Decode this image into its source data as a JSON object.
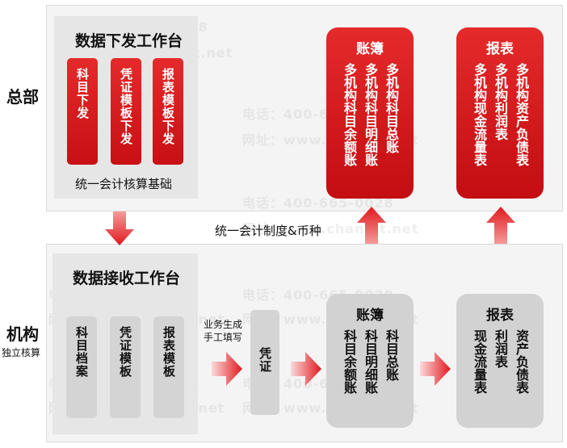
{
  "hq": {
    "label": "总部",
    "distribute_title": "数据下发工作台",
    "distribute_items": [
      "科目下发",
      "凭证模板下发",
      "报表模板下发"
    ],
    "basis_caption": "统一会计核算基础",
    "ledger_title": "账簿",
    "ledger_items": [
      "多机构科目总账",
      "多机构科目明细账",
      "多机构科目余额账"
    ],
    "report_title": "报表",
    "report_items": [
      "多机构资产负债表",
      "多机构利润表",
      "多机构现金流量表"
    ]
  },
  "middle_caption": "统一会计制度&币种",
  "branch": {
    "label": "机构",
    "sublabel": "独立核算",
    "receive_title": "数据接收工作台",
    "receive_items": [
      "科目档案",
      "凭证模板",
      "报表模板"
    ],
    "note_line1": "业务生成",
    "note_line2": "手工填写",
    "voucher": "凭证",
    "ledger_title": "账簿",
    "ledger_items": [
      "科目总账",
      "科目明细账",
      "科目余额账"
    ],
    "report_title": "报表",
    "report_items": [
      "资产负债表",
      "利润表",
      "现金流量表"
    ]
  },
  "watermark": {
    "phone": "电话：400-665-0028",
    "site": "网址：www.chanjet.net"
  },
  "colors": {
    "red": "#d81e22",
    "grey_box": "#d4d4d4",
    "panel": "#f4f4f4"
  }
}
